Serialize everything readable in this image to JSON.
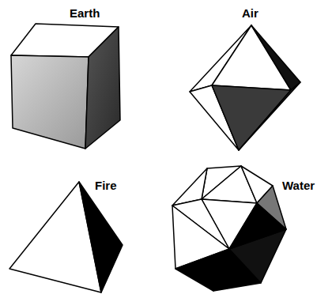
{
  "diagram": {
    "nodes": [
      {
        "text": [
          "Earth"
        ]
      },
      {
        "text": [
          "Air"
        ]
      },
      {
        "text": [
          "Fire"
        ]
      },
      {
        "text": [
          "Water"
        ]
      }
    ]
  }
}
